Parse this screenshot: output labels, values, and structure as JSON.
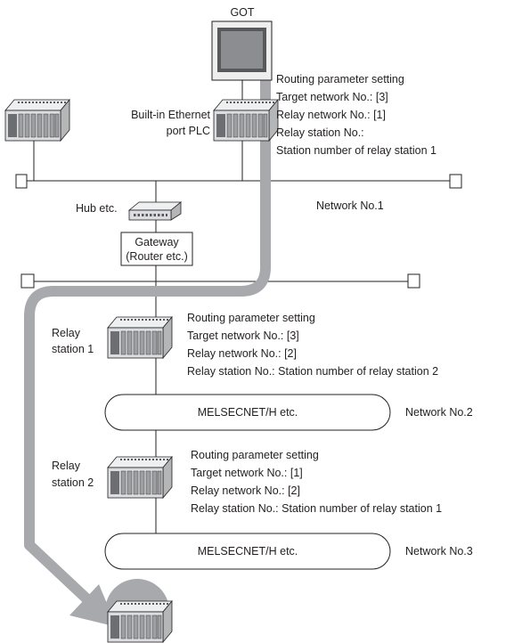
{
  "got": {
    "label": "GOT"
  },
  "builtin_plc": {
    "label_line1": "Built-in Ethernet",
    "label_line2": "port PLC"
  },
  "routing_top": {
    "title": "Routing parameter setting",
    "target": "Target network No.: [3]",
    "relay_net": "Relay network No.: [1]",
    "relay_station": "Relay station No.:",
    "relay_station_value": "Station number of relay station 1"
  },
  "hub": {
    "label": "Hub etc."
  },
  "network1": {
    "label": "Network No.1"
  },
  "gateway": {
    "line1": "Gateway",
    "line2": "(Router etc.)"
  },
  "relay1": {
    "label_line1": "Relay",
    "label_line2": "station 1",
    "title": "Routing parameter setting",
    "target": "Target network No.: [3]",
    "relay_net": "Relay network No.: [2]",
    "relay_station": "Relay station No.: Station number of relay station 2"
  },
  "network2": {
    "bus_label": "MELSECNET/H etc.",
    "label": "Network No.2"
  },
  "relay2": {
    "label_line1": "Relay",
    "label_line2": "station 2",
    "title": "Routing parameter setting",
    "target": "Target network No.: [1]",
    "relay_net": "Relay network No.: [2]",
    "relay_station": "Relay station No.: Station number of relay station 1"
  },
  "network3": {
    "bus_label": "MELSECNET/H etc.",
    "label": "Network No.3"
  },
  "colors": {
    "line": "#231f20",
    "route_arrow": "#a7a9ac",
    "plc_body": "#dcdde0",
    "plc_dark": "#6d6e71"
  }
}
